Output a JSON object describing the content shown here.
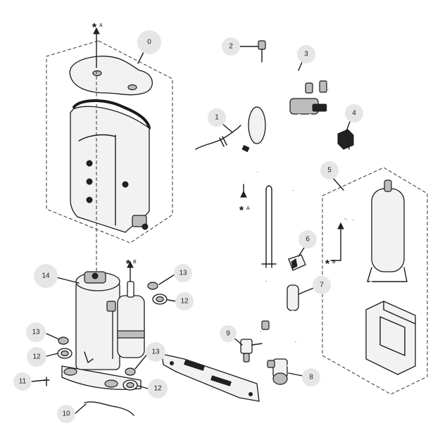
{
  "callouts": [
    {
      "label": "0"
    },
    {
      "label": "1"
    },
    {
      "label": "2"
    },
    {
      "label": "3"
    },
    {
      "label": "4"
    },
    {
      "label": "5"
    },
    {
      "label": "6"
    },
    {
      "label": "7"
    },
    {
      "label": "8"
    },
    {
      "label": "9"
    },
    {
      "label": "10"
    },
    {
      "label": "11"
    },
    {
      "label": "12"
    },
    {
      "label": "12"
    },
    {
      "label": "12"
    },
    {
      "label": "13"
    },
    {
      "label": "13"
    },
    {
      "label": "13"
    },
    {
      "label": "14"
    }
  ],
  "markers": [
    {
      "star": "*",
      "letter": "A"
    },
    {
      "star": "*",
      "letter": "A"
    },
    {
      "star": "*",
      "letter": "B"
    },
    {
      "star": "*",
      "letter": "B"
    }
  ]
}
